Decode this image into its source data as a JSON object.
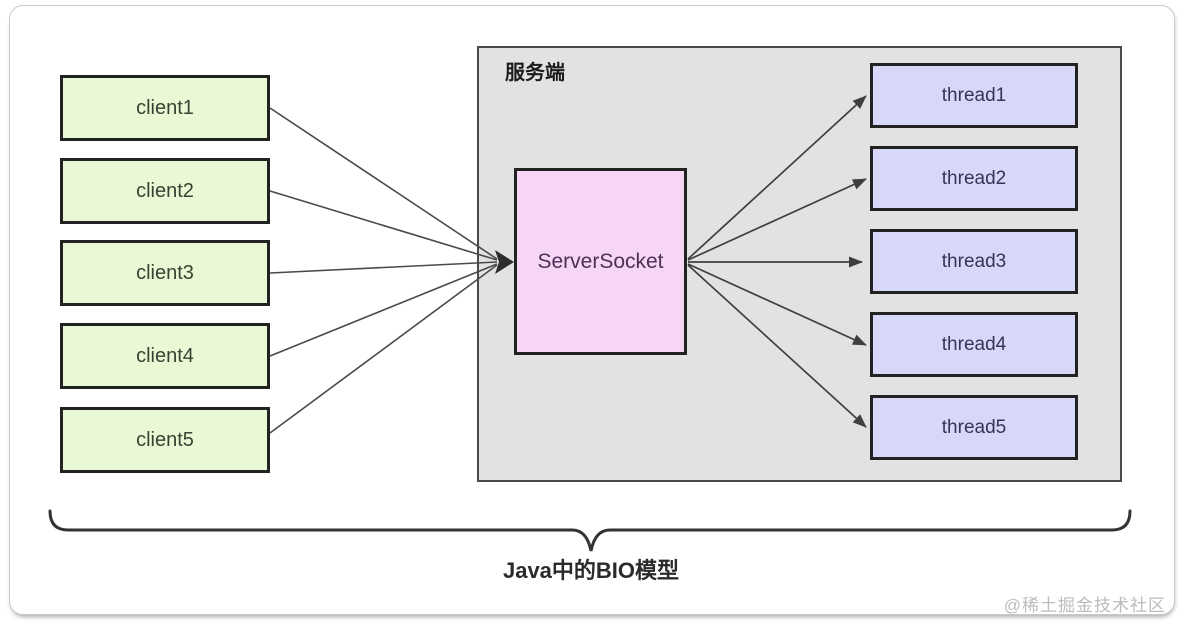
{
  "diagram": {
    "clients": [
      "client1",
      "client2",
      "client3",
      "client4",
      "client5"
    ],
    "server": {
      "title": "服务端",
      "socket_label": "ServerSocket"
    },
    "threads": [
      "thread1",
      "thread2",
      "thread3",
      "thread4",
      "thread5"
    ],
    "caption": "Java中的BIO模型",
    "watermark": "@稀土掘金技术社区",
    "connections": {
      "inbound": "clients fan-in to ServerSocket left edge",
      "outbound": "ServerSocket fans-out to each thread"
    }
  },
  "colors": {
    "client_fill": "#e9f8d5",
    "thread_fill": "#d7d8f7",
    "socket_fill": "#f7d6f5",
    "container_fill": "#e2e2e2",
    "box_border": "#222222",
    "container_border": "#4a4a4a",
    "arrow": "#3f3f3f",
    "caption_text": "#2b2b2b",
    "watermark_text": "#bcbcbc"
  }
}
